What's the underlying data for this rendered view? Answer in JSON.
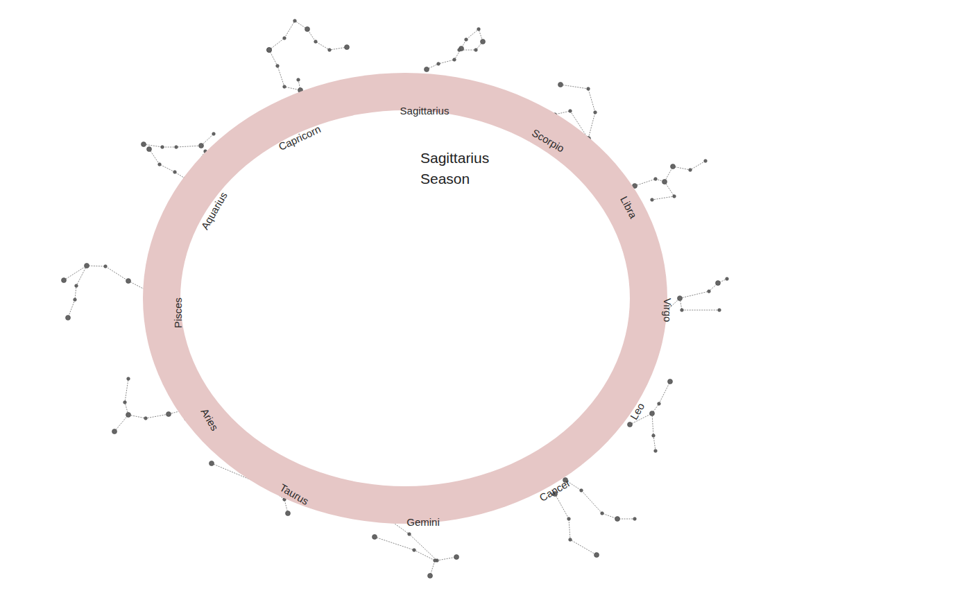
{
  "diagram": {
    "nodes": [
      {
        "text": [
          "Sagittarius",
          "Scorpio",
          "Libra",
          "Virgo",
          "Leo",
          "Cancer",
          "Gemini",
          "Taurus",
          "Aries",
          "Pisces",
          "Aquarius",
          "Capricorn"
        ]
      }
    ],
    "labels": [
      "Sagittarius Season"
    ]
  }
}
